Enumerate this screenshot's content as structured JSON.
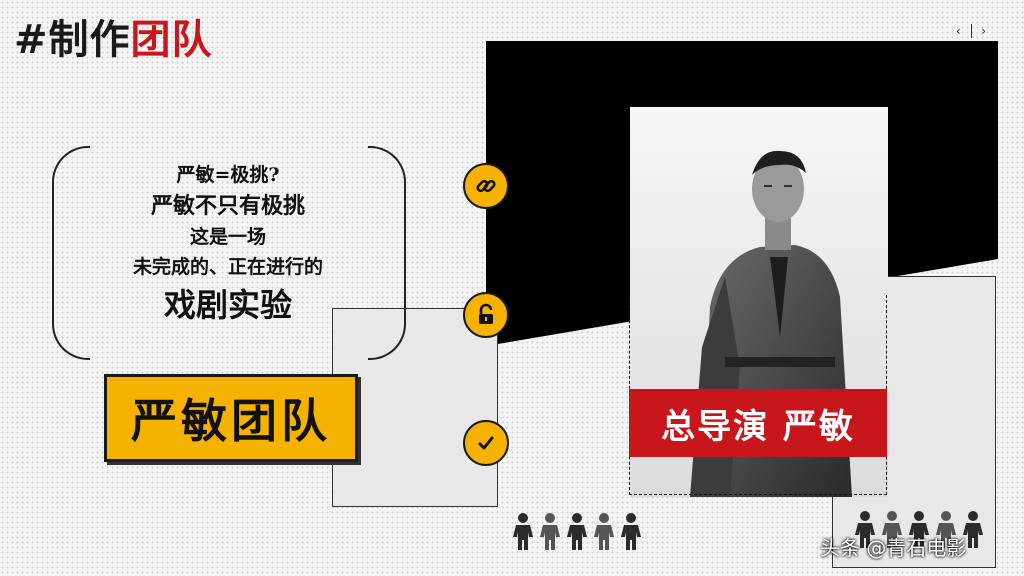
{
  "title": {
    "prefix": "#制作",
    "accent": "团队"
  },
  "nav": {
    "prev": "‹",
    "next": "›"
  },
  "quote": {
    "line1": "严敏=极挑?",
    "line2": "严敏不只有极挑",
    "line3": "这是一场",
    "line4": "未完成的、正在进行的",
    "line5": "戏剧实验"
  },
  "team_label": "严敏团队",
  "icons": [
    "link-icon",
    "unlock-icon",
    "check-icon"
  ],
  "photo": {
    "banner": "总导演 严敏"
  },
  "watermark": "头条 @青石电影",
  "colors": {
    "accent_red": "#c8161d",
    "accent_yellow": "#f5b300",
    "dark": "#1a1a1a"
  }
}
